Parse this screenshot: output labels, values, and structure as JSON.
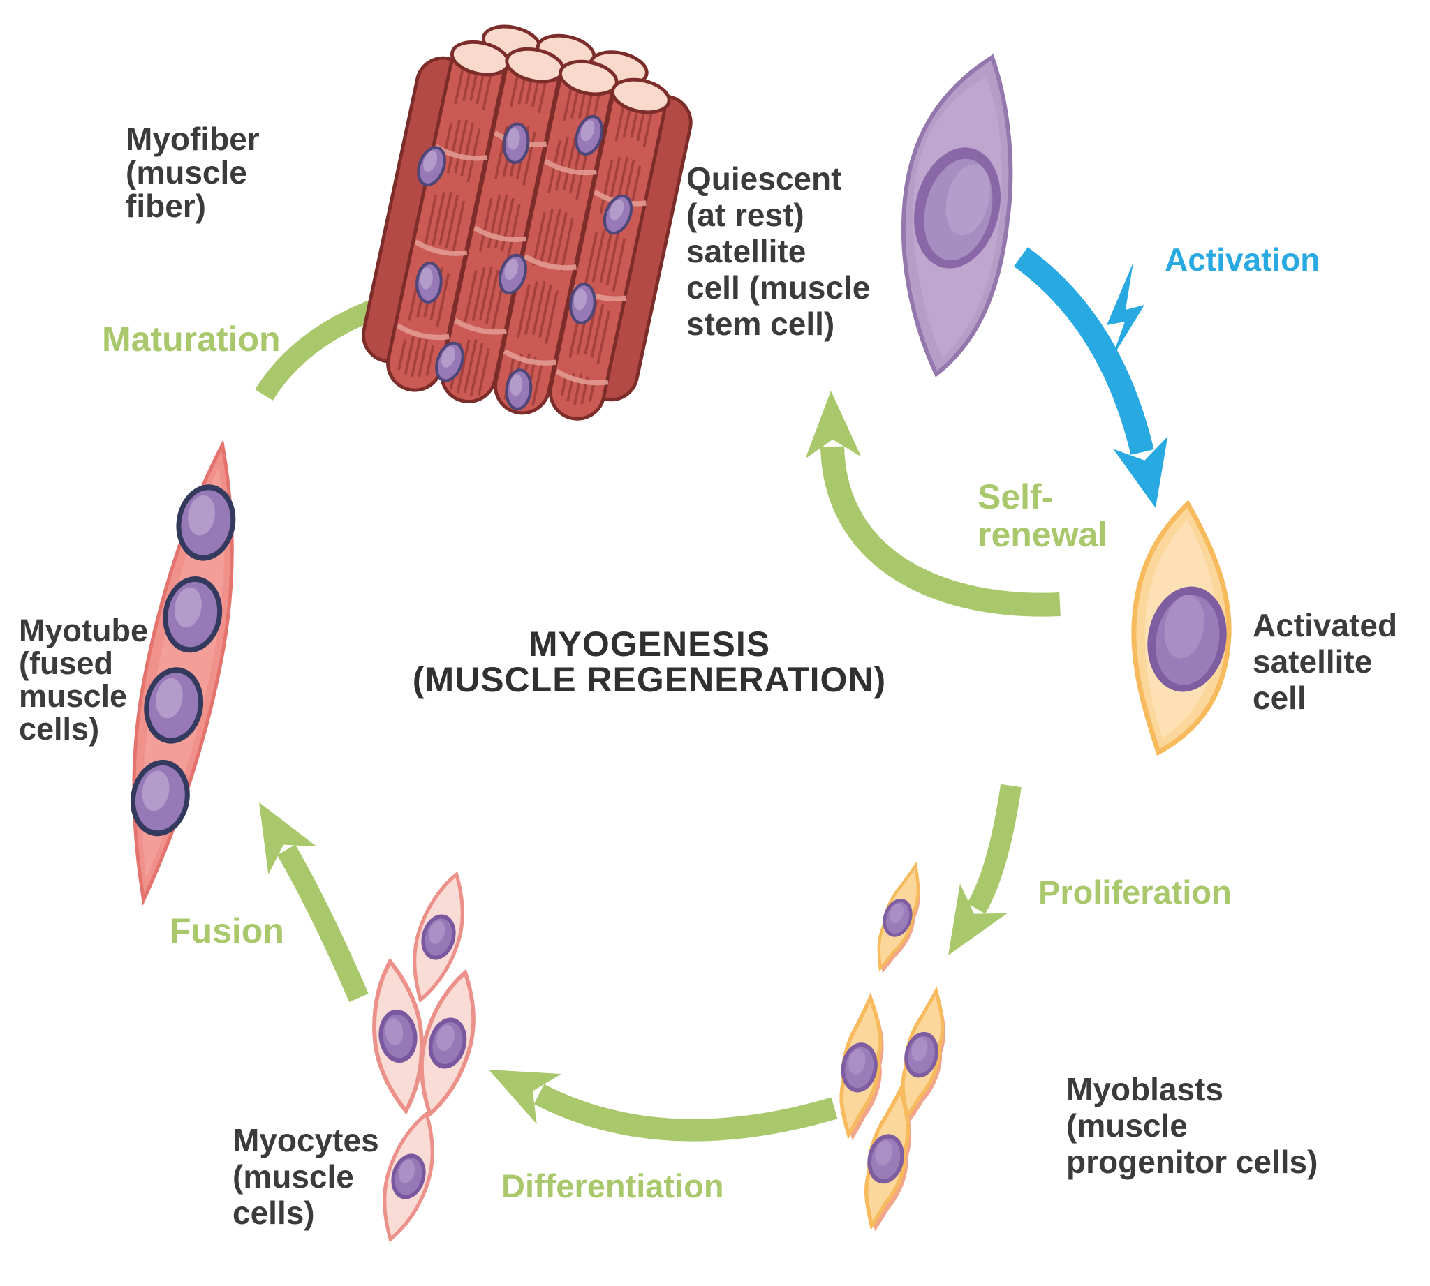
{
  "diagram": {
    "title_line1": "MYOGENESIS",
    "title_line2": "(MUSCLE REGENERATION)",
    "cells": {
      "myofiber": "Myofiber\n(muscle\nfiber)",
      "quiescent": "Quiescent\n(at rest)\nsatellite\ncell (muscle\nstem cell)",
      "activated": "Activated\nsatellite\ncell",
      "myoblasts": "Myoblasts\n(muscle\nprogenitor cells)",
      "myocytes": "Myocytes\n(muscle\ncells)",
      "myotube": "Myotube\n(fused\nmuscle\ncells)"
    },
    "processes": {
      "activation": "Activation",
      "proliferation": "Proliferation",
      "differentiation": "Differentiation",
      "fusion": "Fusion",
      "maturation": "Maturation",
      "self_renewal": "Self-\nrenewal"
    },
    "colors": {
      "process_green": "#a9c86b",
      "activation_blue": "#29a9e1",
      "label_dark": "#3b3b3b",
      "myofiber_red": "#cb5954",
      "myofiber_outline": "#7c2d2a",
      "myofiber_cap_pink": "#f9d9cb",
      "myotube_salmon": "#f0918b",
      "myocyte_pink": "#fadcd6",
      "myocyte_outline": "#eb918a",
      "myoblast_orange": "#fcd79c",
      "myoblast_outline": "#f7ba5c",
      "quiescent_purple": "#b69dc8",
      "nucleus_purple": "#9779b7"
    }
  }
}
